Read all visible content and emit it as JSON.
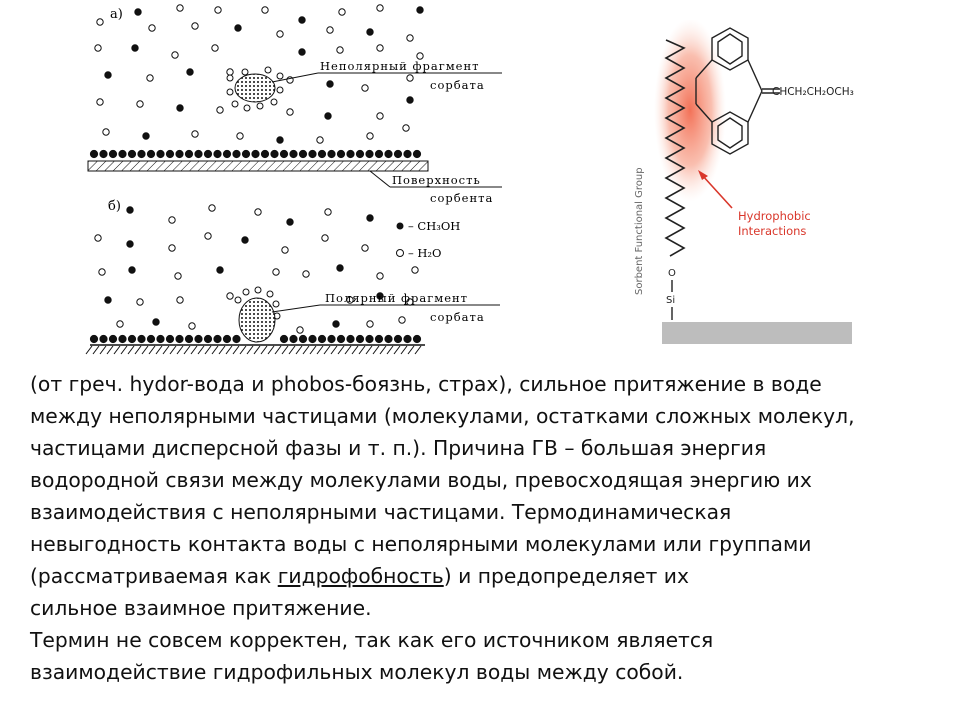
{
  "figure_left": {
    "panel_a_label": "а)",
    "panel_b_label": "б)",
    "nonpolar_label_1": "Неполярный фрагмент",
    "nonpolar_label_2": "сорбата",
    "surface_label_1": "Поверхность",
    "surface_label_2": "сорбента",
    "polar_label_1": "Полярный фрагмент",
    "polar_label_2": "сорбата",
    "legend_methanol": "– CH₃OH",
    "legend_water": "– H₂O"
  },
  "figure_right": {
    "chain_label": "CHCH₂CH₂OCH₃",
    "axis_label": "Sorbent Functional Group",
    "interaction_label_1": "Hydrophobic",
    "interaction_label_2": "Interactions",
    "atom_o": "O",
    "atom_si": "Si",
    "highlight_color": "#f26a4f",
    "label_color": "#d9372b"
  },
  "text": {
    "line1": "(от греч. hydor-вода и phobos-боязнь, страх), сильное притяжение в воде",
    "line2": "между неполярными частицами (молекулами, остатками сложных молекул,",
    "line3": "частицами дисперсной фазы и т. п.). Причина ГВ – большая энергия",
    "line4": "водородной связи между молекулами воды, превосходящая энергию их",
    "line5": "взаимодействия с неполярными частицами. Термодинамическая",
    "line6": "невыгодность контакта воды с неполярными молекулами или группами",
    "line7_pre": "(рассматриваемая как ",
    "line7_link": "гидрофобность",
    "line7_post": ") и предопределяет их",
    "line8": "сильное взаимное притяжение.",
    "line9": "Термин не совсем корректен, так как его источником является",
    "line10": "взаимодействие гидрофильных молекул воды между собой."
  }
}
